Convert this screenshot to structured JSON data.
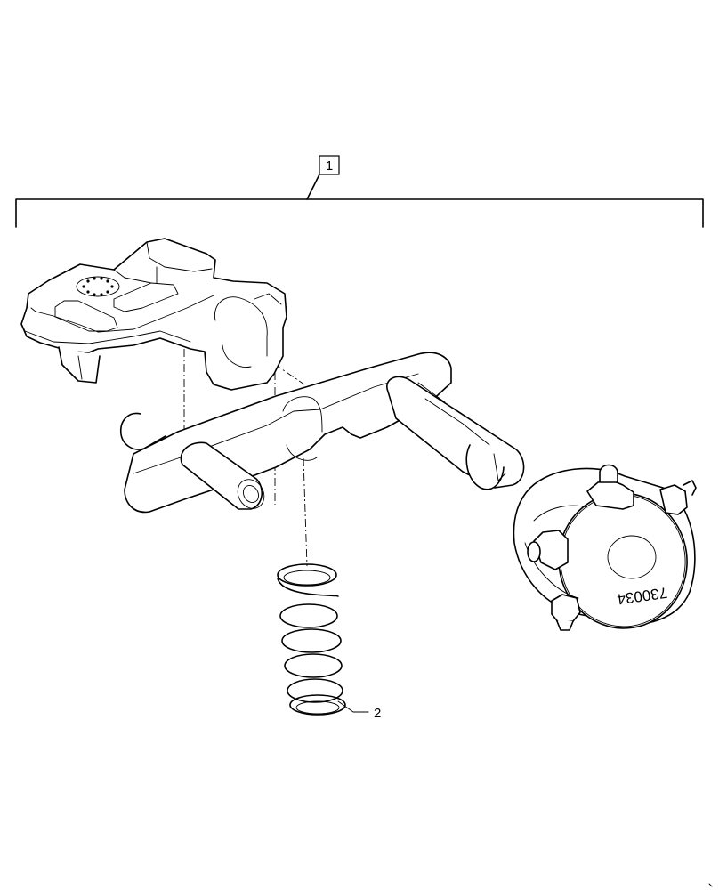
{
  "callouts": {
    "assembly": "1",
    "spring": "2"
  },
  "part_stamp": "730034"
}
